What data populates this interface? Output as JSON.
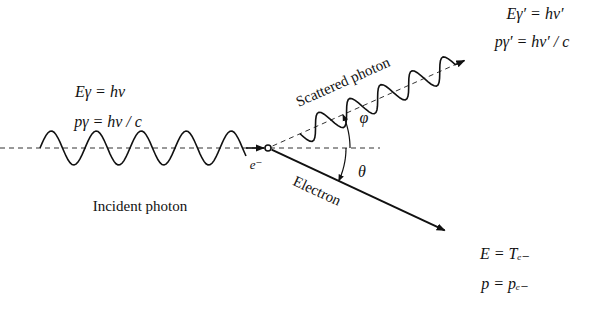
{
  "diagram": {
    "labels": [
      "Eγ = hν",
      "pγ = hν / c",
      "Incident photon",
      "e⁻",
      "Scattered photon",
      "φ",
      "Eγ′ = hν′",
      "pγ′ = hν′ / c",
      "θ",
      "Electron",
      "E = Tₑ₋",
      "p = pₑ₋"
    ]
  }
}
